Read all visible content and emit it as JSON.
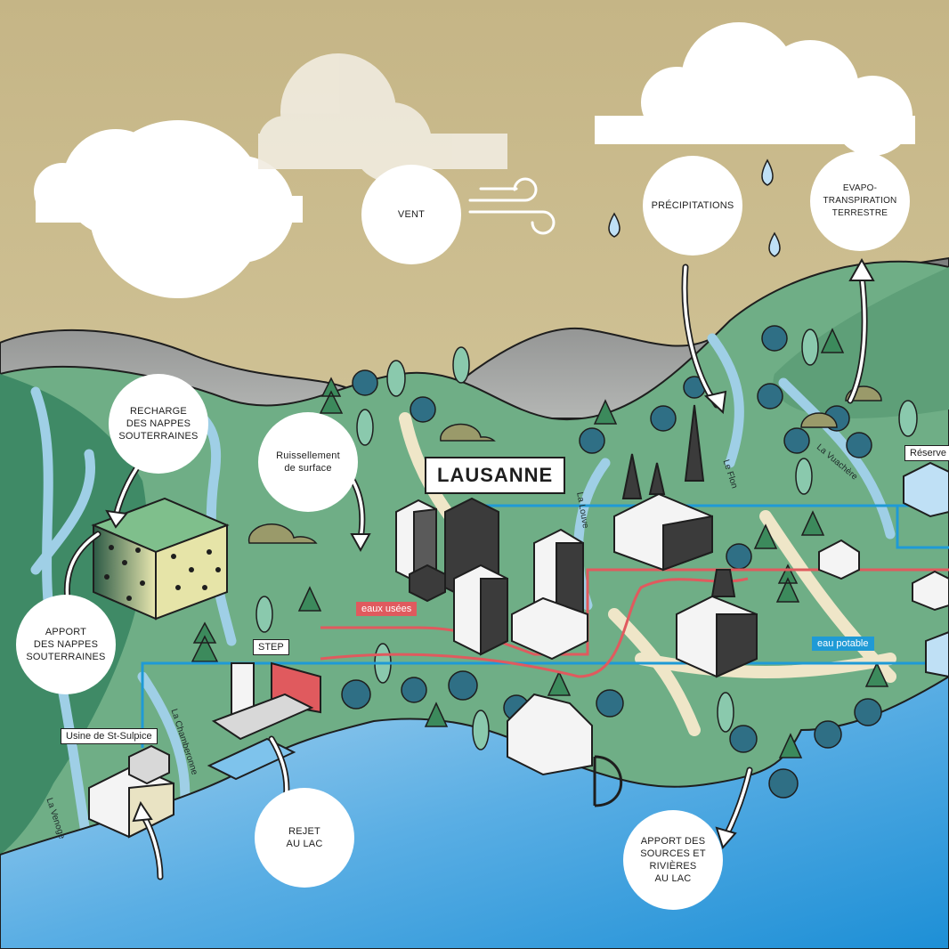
{
  "city": "LAUSANNE",
  "bubbles": {
    "vent": "VENT",
    "precipitations": "PRÉCIPITATIONS",
    "evapo": "EVAPO-\nTRANSPIRATION\nTERRESTRE",
    "recharge": "RECHARGE\nDES NAPPES\nSOUTERRAINES",
    "ruissellement": "Ruissellement\nde surface",
    "apport_nappes": "APPORT\nDES NAPPES\nSOUTERRAINES",
    "rejet": "REJET\nAU LAC",
    "apport_sources": "APPORT DES\nSOURCES ET\nRIVIÈRES\nAU LAC"
  },
  "tags": {
    "step": "STEP",
    "usine": "Usine de St-Sulpice",
    "reservoir": "Réserve"
  },
  "pipes": {
    "eaux_usees": "eaux usées",
    "eau_potable": "eau potable"
  },
  "rivers": {
    "venoge": "La Venoge",
    "chamberonne": "La Chamberonne",
    "louve": "La Louve",
    "flon": "Le Flon",
    "vuachere": "La Vuachère"
  },
  "colors": {
    "sky": "#cfc193",
    "mountain": "#8e8f8f",
    "hill": "#6fae86",
    "hill_dark": "#3f8a66",
    "lake": "#5aa9e0",
    "wastewater": "#e05a5e",
    "drinking_water": "#1f9ad6"
  }
}
